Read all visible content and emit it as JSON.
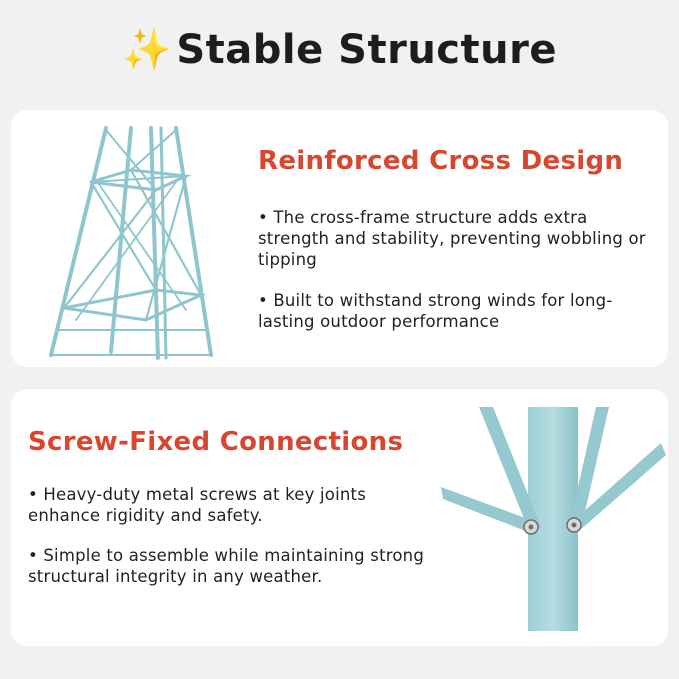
{
  "header": {
    "icon": "sparkles-icon",
    "sparkle_glyph": "✨",
    "title": "Stable Structure"
  },
  "colors": {
    "heading": "#d9462f",
    "frame": "#8fc6cd",
    "background": "#f1f1f1",
    "card": "#ffffff"
  },
  "features": [
    {
      "title": "Reinforced Cross Design",
      "bullets": [
        "• The cross-frame structure adds extra strength and stability, preventing wobbling or tipping",
        "• Built to withstand strong winds for long-lasting outdoor performance"
      ]
    },
    {
      "title": "Screw-Fixed Connections",
      "bullets": [
        "• Heavy-duty metal screws at key joints enhance rigidity and safety.",
        "• Simple to assemble while maintaining strong structural integrity in any weather."
      ]
    }
  ]
}
